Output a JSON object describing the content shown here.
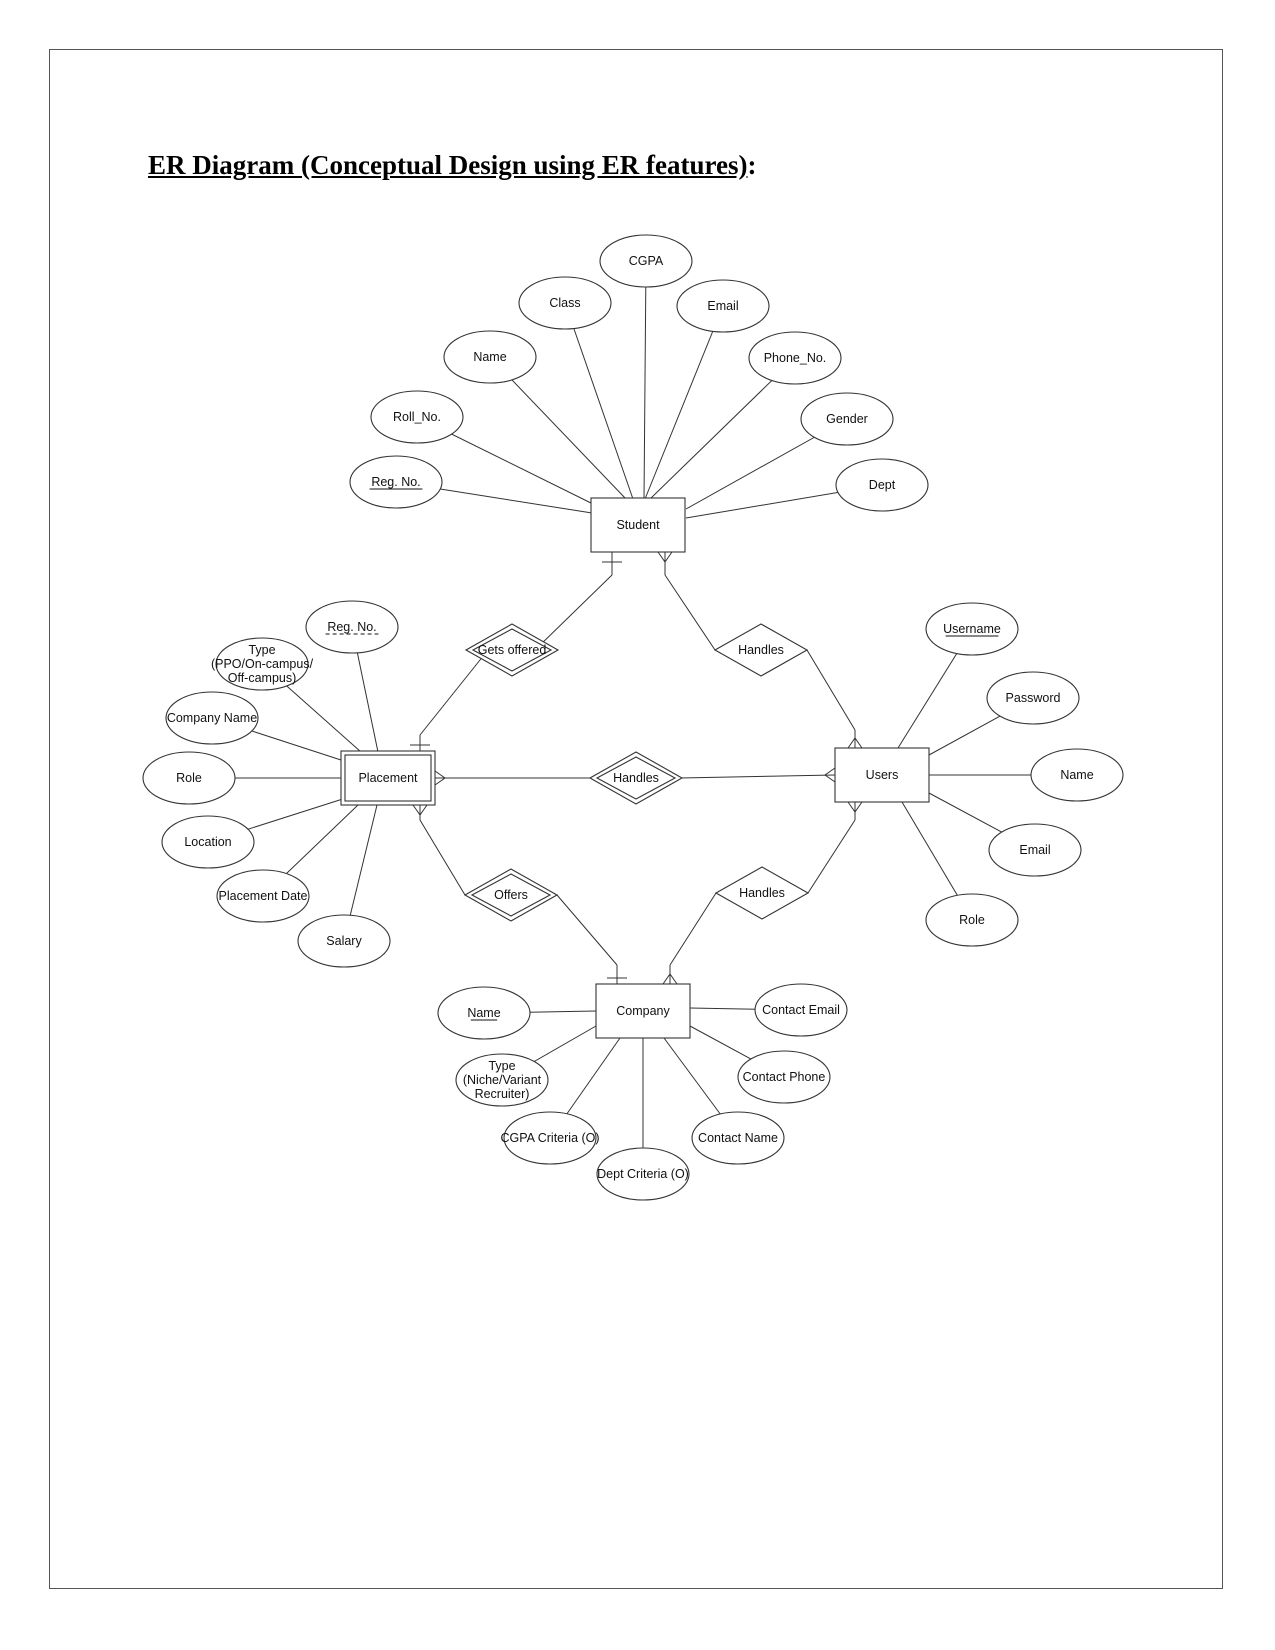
{
  "page": {
    "heading_text": "ER Diagram (Conceptual Design using ER features)",
    "heading_suffix": ":"
  },
  "diagram": {
    "entities": [
      {
        "id": "student",
        "label": "Student",
        "weak": false
      },
      {
        "id": "placement",
        "label": "Placement",
        "weak": true
      },
      {
        "id": "users",
        "label": "Users",
        "weak": false
      },
      {
        "id": "company",
        "label": "Company",
        "weak": false
      }
    ],
    "relationships": [
      {
        "id": "gets_offered",
        "label": "Gets offered",
        "identifying": true,
        "from": "student",
        "to": "placement"
      },
      {
        "id": "handles_student",
        "label": "Handles",
        "identifying": false,
        "from": "student",
        "to": "users"
      },
      {
        "id": "handles_placement",
        "label": "Handles",
        "identifying": true,
        "from": "placement",
        "to": "users"
      },
      {
        "id": "offers",
        "label": "Offers",
        "identifying": true,
        "from": "placement",
        "to": "company"
      },
      {
        "id": "handles_company",
        "label": "Handles",
        "identifying": false,
        "from": "company",
        "to": "users"
      }
    ],
    "attributes": {
      "student": [
        {
          "label": "CGPA",
          "key": false
        },
        {
          "label": "Class",
          "key": false
        },
        {
          "label": "Email",
          "key": false
        },
        {
          "label": "Name",
          "key": false
        },
        {
          "label": "Phone_No.",
          "key": false
        },
        {
          "label": "Roll_No.",
          "key": false
        },
        {
          "label": "Gender",
          "key": false
        },
        {
          "label": "Reg. No.",
          "key": true
        },
        {
          "label": "Dept",
          "key": false
        }
      ],
      "placement": [
        {
          "label": "Reg. No.",
          "key": true,
          "partial": true
        },
        {
          "label": "Type (PPO/On-campus/ Off-campus)",
          "lines": [
            "Type",
            "(PPO/On-campus/",
            "Off-campus)"
          ],
          "key": false
        },
        {
          "label": "Company Name",
          "key": false
        },
        {
          "label": "Role",
          "key": false
        },
        {
          "label": "Location",
          "key": false
        },
        {
          "label": "Placement Date",
          "key": false
        },
        {
          "label": "Salary",
          "key": false
        }
      ],
      "users": [
        {
          "label": "Username",
          "key": true
        },
        {
          "label": "Password",
          "key": false
        },
        {
          "label": "Name",
          "key": false
        },
        {
          "label": "Email",
          "key": false
        },
        {
          "label": "Role",
          "key": false
        }
      ],
      "company": [
        {
          "label": "Name",
          "key": true
        },
        {
          "label": "Type (Niche/Variant Recruiter)",
          "lines": [
            "Type",
            "(Niche/Variant",
            "Recruiter)"
          ],
          "key": false
        },
        {
          "label": "CGPA Criteria (O)",
          "key": false
        },
        {
          "label": "Dept Criteria (O)",
          "key": false
        },
        {
          "label": "Contact Name",
          "key": false
        },
        {
          "label": "Contact Phone",
          "key": false
        },
        {
          "label": "Contact Email",
          "key": false
        }
      ]
    }
  }
}
